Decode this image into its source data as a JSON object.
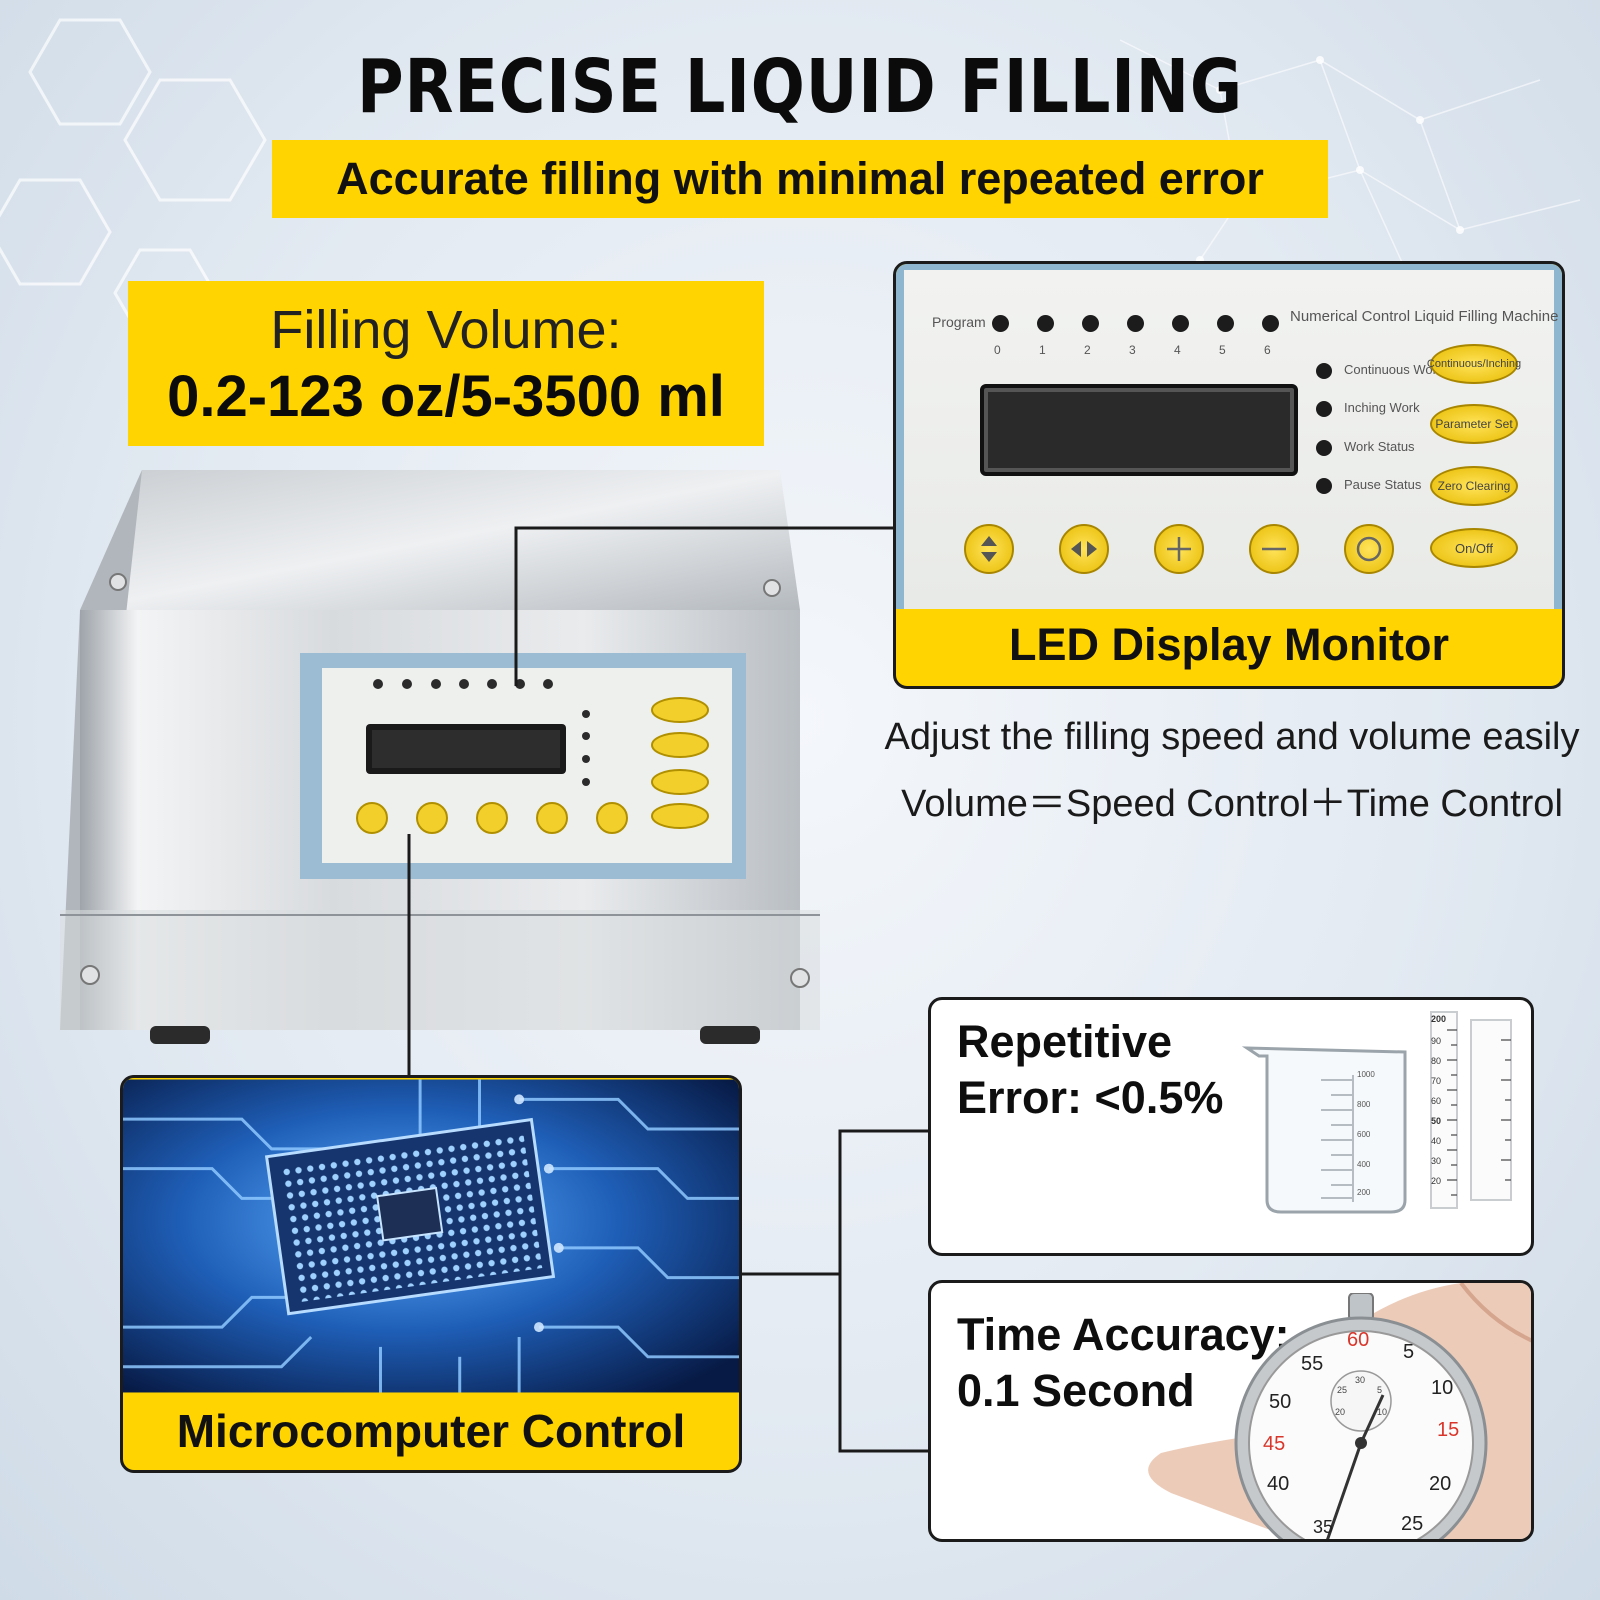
{
  "header": {
    "title": "PRECISE LIQUID FILLING",
    "subtitle": "Accurate filling with minimal repeated error"
  },
  "volume": {
    "label": "Filling Volume:",
    "value": "0.2-123 oz/5-3500 ml"
  },
  "panel": {
    "program_label": "Program",
    "machine_name": "Numerical Control Liquid Filling Machine",
    "program_numbers": [
      "0",
      "1",
      "2",
      "3",
      "4",
      "5",
      "6"
    ],
    "status_labels": [
      "Continuous Work",
      "Inching Work",
      "Work Status",
      "Pause Status"
    ],
    "side_buttons": [
      "Continuous/Inching",
      "Parameter Set",
      "Zero Clearing",
      "On/Off"
    ],
    "bottom_buttons": [
      "up-down-arrows-icon",
      "left-right-arrows-icon",
      "plus-icon",
      "minus-icon",
      "circle-icon"
    ]
  },
  "led": {
    "caption": "LED Display Monitor",
    "note_line1": "Adjust the filling speed and volume easily",
    "note_line2": "Volume＝Speed Control＋Time Control"
  },
  "micro": {
    "caption": "Microcomputer Control"
  },
  "error": {
    "line1": "Repetitive",
    "line2": "Error: <0.5%",
    "beaker_marks": [
      "1000",
      "800",
      "600",
      "400",
      "200"
    ],
    "ruler_marks": [
      "200",
      "90",
      "80",
      "70",
      "60",
      "50",
      "40",
      "30",
      "20"
    ]
  },
  "time": {
    "line1": "Time Accuracy:",
    "line2": "0.1 Second",
    "dial_numbers": [
      "60",
      "5",
      "10",
      "15",
      "20",
      "25",
      "35",
      "40",
      "45",
      "50",
      "55"
    ],
    "subdial_numbers": [
      "30",
      "25",
      "5",
      "20",
      "10"
    ]
  },
  "colors": {
    "accent_yellow": "#ffd400",
    "panel_border": "#8fb6cf",
    "text_dark": "#111111"
  }
}
